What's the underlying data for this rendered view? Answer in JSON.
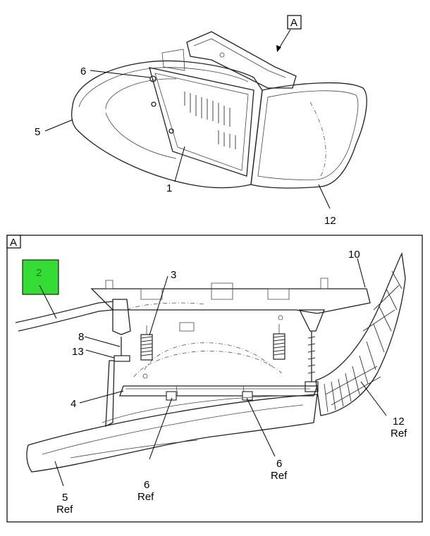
{
  "top_view": {
    "view_label": "A",
    "callouts": [
      {
        "id": "c6",
        "text": "6"
      },
      {
        "id": "c5",
        "text": "5"
      },
      {
        "id": "c1",
        "text": "1"
      },
      {
        "id": "c12",
        "text": "12"
      }
    ]
  },
  "detail_view": {
    "view_label": "A",
    "highlight": {
      "text": "2",
      "color": "#33dd33"
    },
    "callouts": [
      {
        "id": "d3",
        "text": "3"
      },
      {
        "id": "d10",
        "text": "10"
      },
      {
        "id": "d8",
        "text": "8"
      },
      {
        "id": "d13",
        "text": "13"
      },
      {
        "id": "d4",
        "text": "4"
      },
      {
        "id": "d12",
        "text": "12"
      },
      {
        "id": "d12ref",
        "text": "Ref"
      },
      {
        "id": "d6a",
        "text": "6"
      },
      {
        "id": "d6aref",
        "text": "Ref"
      },
      {
        "id": "d6b",
        "text": "6"
      },
      {
        "id": "d6bref",
        "text": "Ref"
      },
      {
        "id": "d5",
        "text": "5"
      },
      {
        "id": "d5ref",
        "text": "Ref"
      }
    ]
  }
}
